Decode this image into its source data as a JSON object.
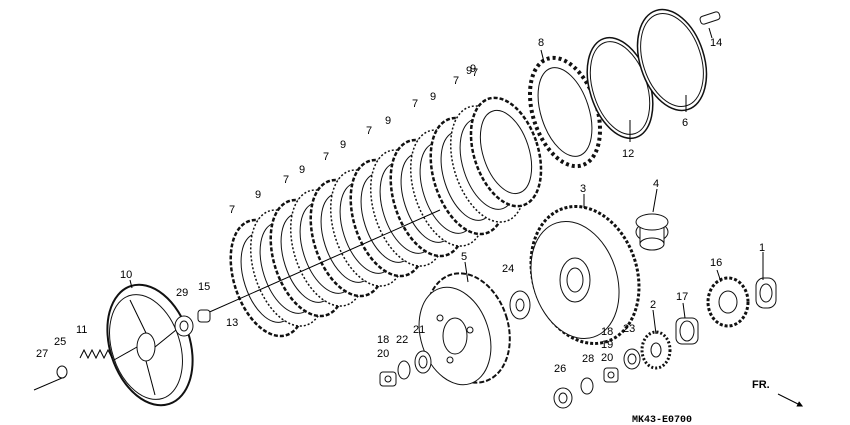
{
  "diagram": {
    "drawing_code": "MK43-E0700",
    "direction_label": "FR.",
    "callouts": [
      {
        "key": "c1",
        "text": "1"
      },
      {
        "key": "c2",
        "text": "2"
      },
      {
        "key": "c3",
        "text": "3"
      },
      {
        "key": "c4",
        "text": "4"
      },
      {
        "key": "c5",
        "text": "5"
      },
      {
        "key": "c6",
        "text": "6"
      },
      {
        "key": "c7a",
        "text": "7"
      },
      {
        "key": "c7b",
        "text": "7"
      },
      {
        "key": "c7c",
        "text": "7"
      },
      {
        "key": "c7d",
        "text": "7"
      },
      {
        "key": "c7e",
        "text": "7"
      },
      {
        "key": "c7f",
        "text": "7"
      },
      {
        "key": "c7g",
        "text": "7"
      },
      {
        "key": "c8",
        "text": "8"
      },
      {
        "key": "c9a",
        "text": "9"
      },
      {
        "key": "c9b",
        "text": "9"
      },
      {
        "key": "c9c",
        "text": "9"
      },
      {
        "key": "c9d",
        "text": "9"
      },
      {
        "key": "c9e",
        "text": "9"
      },
      {
        "key": "c9f",
        "text": "9"
      },
      {
        "key": "c9g",
        "text": "9"
      },
      {
        "key": "c10",
        "text": "10"
      },
      {
        "key": "c11",
        "text": "11"
      },
      {
        "key": "c12",
        "text": "12"
      },
      {
        "key": "c13",
        "text": "13"
      },
      {
        "key": "c14",
        "text": "14"
      },
      {
        "key": "c15",
        "text": "15"
      },
      {
        "key": "c16",
        "text": "16"
      },
      {
        "key": "c17",
        "text": "17"
      },
      {
        "key": "c18a",
        "text": "18"
      },
      {
        "key": "c18b",
        "text": "18"
      },
      {
        "key": "c19",
        "text": "19"
      },
      {
        "key": "c20a",
        "text": "20"
      },
      {
        "key": "c20b",
        "text": "20"
      },
      {
        "key": "c21",
        "text": "21"
      },
      {
        "key": "c22",
        "text": "22"
      },
      {
        "key": "c23",
        "text": "23"
      },
      {
        "key": "c24",
        "text": "24"
      },
      {
        "key": "c25",
        "text": "25"
      },
      {
        "key": "c26",
        "text": "26"
      },
      {
        "key": "c27",
        "text": "27"
      },
      {
        "key": "c28",
        "text": "28"
      },
      {
        "key": "c29",
        "text": "29"
      }
    ]
  }
}
